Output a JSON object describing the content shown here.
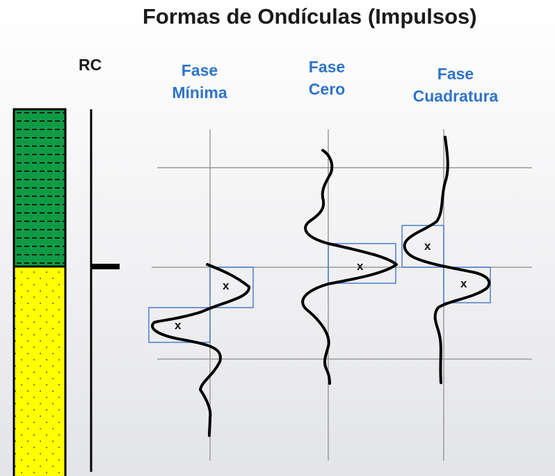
{
  "title": "Formas de Ondículas (Impulsos)",
  "rc_label": "RC",
  "phases": [
    {
      "line1": "Fase",
      "line2": "Mínima"
    },
    {
      "line1": "Fase",
      "line2": "Cero"
    },
    {
      "line1": "Fase",
      "line2": "Cuadratura"
    }
  ],
  "mark": "x",
  "colors": {
    "shale": "#0f9b45",
    "sand": "#ffff00",
    "label_blue": "#2e74c7",
    "box_blue": "#4a7fc8",
    "grid": "#9a9a9a",
    "curve": "#000000"
  }
}
